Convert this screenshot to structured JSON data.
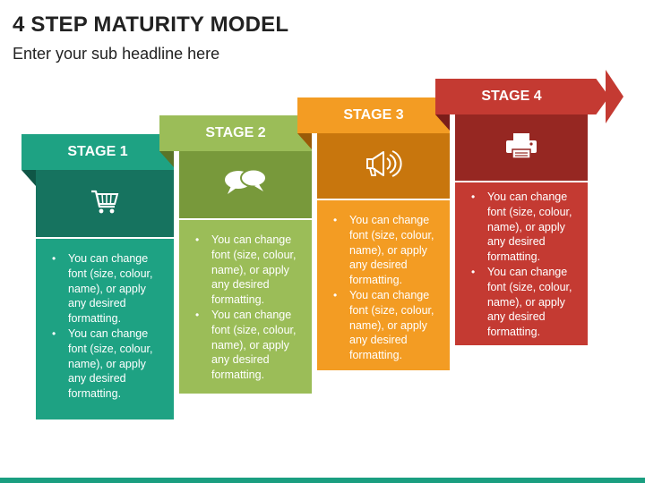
{
  "header": {
    "title": "4 STEP MATURITY MODEL",
    "subtitle": "Enter your sub headline here"
  },
  "stages": [
    {
      "label": "STAGE 1",
      "icon": "shopping-cart-icon",
      "bullets": [
        "You can change font (size, colour, name), or apply any desired formatting.",
        "You can change font (size, colour, name), or apply any desired formatting."
      ],
      "colors": {
        "banner": "#1ea283",
        "icon_bg": "#16735f",
        "body": "#1ea283",
        "fold": "#0f5646"
      }
    },
    {
      "label": "STAGE 2",
      "icon": "speech-bubbles-icon",
      "bullets": [
        "You can change font (size, colour, name), or apply any desired formatting.",
        "You can change font (size, colour, name), or apply any desired formatting."
      ],
      "colors": {
        "banner": "#9bbd58",
        "icon_bg": "#78993b",
        "body": "#9bbd58",
        "fold": "#5a7428"
      }
    },
    {
      "label": "STAGE 3",
      "icon": "megaphone-icon",
      "bullets": [
        "You can change font (size, colour, name), or apply any desired formatting.",
        "You can change font (size, colour, name), or apply any desired formatting."
      ],
      "colors": {
        "banner": "#f39c23",
        "icon_bg": "#c8760d",
        "body": "#f39c23",
        "fold": "#9a5a08"
      }
    },
    {
      "label": "STAGE 4",
      "icon": "printer-icon",
      "bullets": [
        "You can change font (size, colour, name), or apply any desired formatting.",
        "You can change font (size, colour, name), or apply any desired formatting."
      ],
      "colors": {
        "banner": "#c43a32",
        "icon_bg": "#962722",
        "body": "#c43a32",
        "fold": "#7a1d19"
      }
    }
  ],
  "accent": "#1a9e80"
}
